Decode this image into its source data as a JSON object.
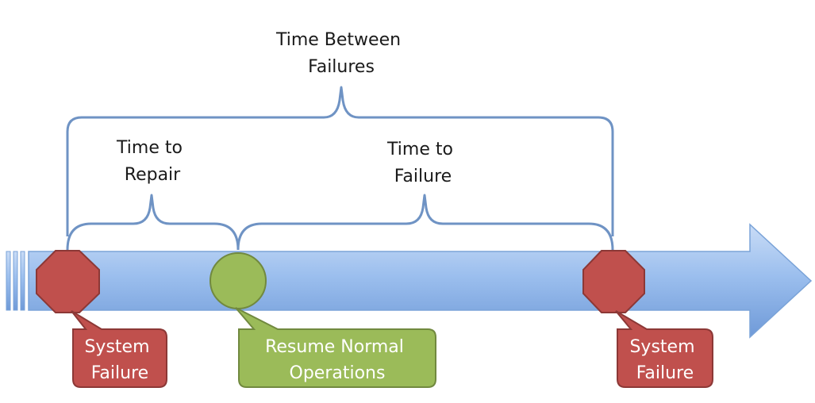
{
  "labels": {
    "time_between_failures": [
      "Time Between",
      "Failures"
    ],
    "time_to_repair": [
      "Time to",
      "Repair"
    ],
    "time_to_failure": [
      "Time to",
      "Failure"
    ]
  },
  "events": {
    "failure_1": [
      "System",
      "Failure"
    ],
    "resume": [
      "Resume Normal",
      "Operations"
    ],
    "failure_2": [
      "System",
      "Failure"
    ]
  },
  "colors": {
    "timeline_fill": "#8fb5ea",
    "timeline_stroke": "#7aa3d8",
    "bracket": "#6f93c4",
    "failure_fill": "#c0504d",
    "failure_stroke": "#8c3836",
    "resume_fill": "#9bbb59",
    "resume_stroke": "#71893f"
  }
}
